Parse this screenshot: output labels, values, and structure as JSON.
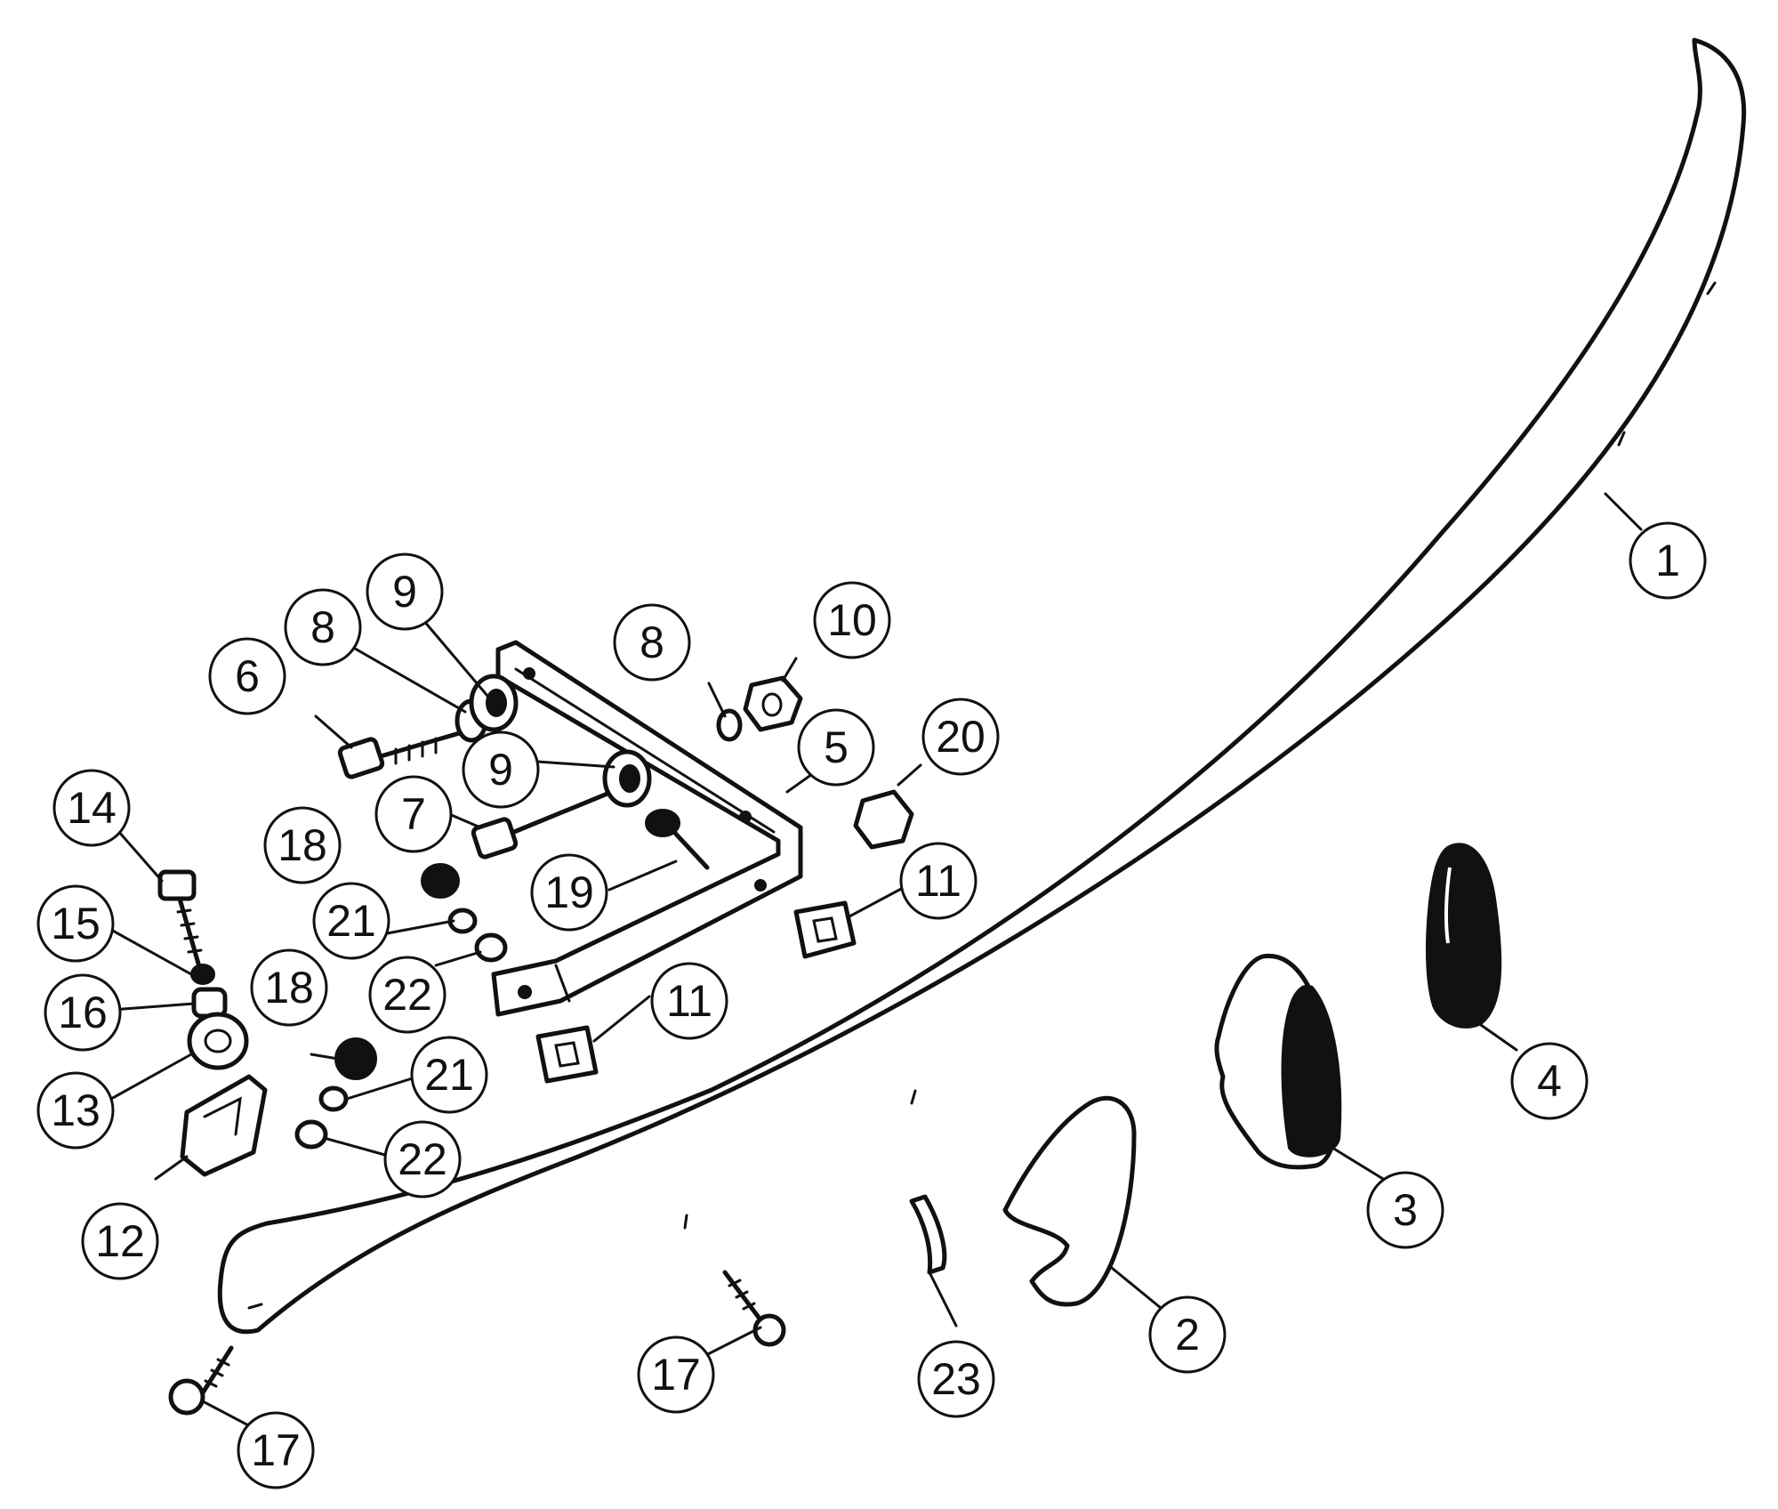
{
  "callouts": [
    {
      "id": "c1",
      "label": "1"
    },
    {
      "id": "c2",
      "label": "2"
    },
    {
      "id": "c3",
      "label": "3"
    },
    {
      "id": "c4",
      "label": "4"
    },
    {
      "id": "c5",
      "label": "5"
    },
    {
      "id": "c6",
      "label": "6"
    },
    {
      "id": "c7",
      "label": "7"
    },
    {
      "id": "c8a",
      "label": "8"
    },
    {
      "id": "c8b",
      "label": "8"
    },
    {
      "id": "c9a",
      "label": "9"
    },
    {
      "id": "c9b",
      "label": "9"
    },
    {
      "id": "c10",
      "label": "10"
    },
    {
      "id": "c11a",
      "label": "11"
    },
    {
      "id": "c11b",
      "label": "11"
    },
    {
      "id": "c12",
      "label": "12"
    },
    {
      "id": "c13",
      "label": "13"
    },
    {
      "id": "c14",
      "label": "14"
    },
    {
      "id": "c15",
      "label": "15"
    },
    {
      "id": "c16",
      "label": "16"
    },
    {
      "id": "c17a",
      "label": "17"
    },
    {
      "id": "c17b",
      "label": "17"
    },
    {
      "id": "c18a",
      "label": "18"
    },
    {
      "id": "c18b",
      "label": "18"
    },
    {
      "id": "c19",
      "label": "19"
    },
    {
      "id": "c20",
      "label": "20"
    },
    {
      "id": "c21a",
      "label": "21"
    },
    {
      "id": "c21b",
      "label": "21"
    },
    {
      "id": "c22a",
      "label": "22"
    },
    {
      "id": "c22b",
      "label": "22"
    },
    {
      "id": "c23",
      "label": "23"
    }
  ]
}
